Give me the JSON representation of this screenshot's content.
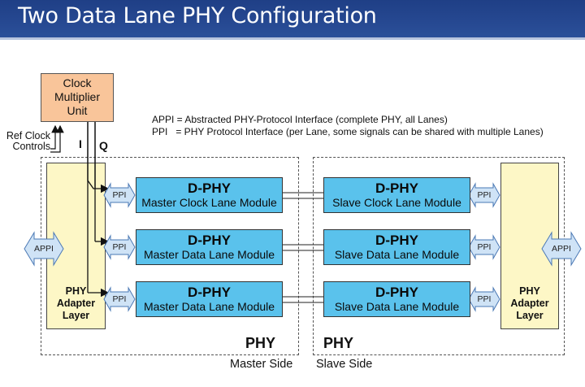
{
  "title": "Two Data Lane PHY Configuration",
  "clock_unit": {
    "line1": "Clock",
    "line2": "Multiplier",
    "line3": "Unit"
  },
  "ref_clock": {
    "line1": "Ref Clock",
    "line2": "Controls"
  },
  "signal_i": "I",
  "signal_q": "Q",
  "legend": {
    "appi": "APPI = Abstracted PHY-Protocol Interface (complete PHY, all Lanes)",
    "ppi": "PPI   = PHY Protocol Interface (per Lane, some signals can be shared with multiple Lanes)"
  },
  "appi_label": "APPI",
  "ppi_label": "PPI",
  "adapter": {
    "line1": "PHY",
    "line2": "Adapter",
    "line3": "Layer"
  },
  "master_modules": [
    {
      "title": "D-PHY",
      "sub": "Master Clock Lane Module"
    },
    {
      "title": "D-PHY",
      "sub": "Master Data Lane Module"
    },
    {
      "title": "D-PHY",
      "sub": "Master Data Lane Module"
    }
  ],
  "slave_modules": [
    {
      "title": "D-PHY",
      "sub": "Slave Clock Lane Module"
    },
    {
      "title": "D-PHY",
      "sub": "Slave Data Lane Module"
    },
    {
      "title": "D-PHY",
      "sub": "Slave Data Lane Module"
    }
  ],
  "phy_label": "PHY",
  "master_side": "Master Side",
  "slave_side": "Slave Side"
}
